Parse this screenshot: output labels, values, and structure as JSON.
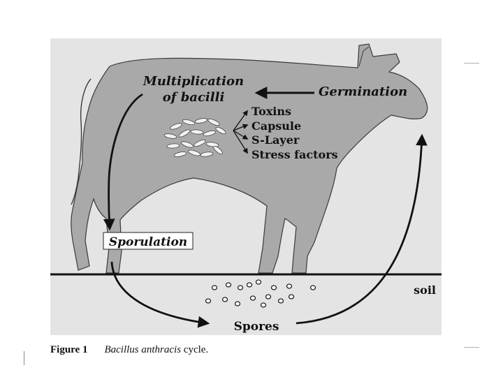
{
  "labels": {
    "multiplication_line1": "Multiplication",
    "multiplication_line2": "of bacilli",
    "germination": "Germination",
    "toxins": "Toxins",
    "capsule": "Capsule",
    "s_layer": "S-Layer",
    "stress_factors": "Stress factors",
    "sporulation": "Sporulation",
    "soil": "soil",
    "spores": "Spores"
  },
  "caption": {
    "figure_number": "Figure 1",
    "species": "Bacillus anthracis",
    "suffix": " cycle."
  },
  "colors": {
    "panel_background": "#e4e4e4",
    "cow_fill": "#a9a9a9",
    "line": "#111111"
  },
  "icons": [
    "cow-silhouette",
    "bacilli-cluster",
    "spore-dots",
    "arrow"
  ]
}
